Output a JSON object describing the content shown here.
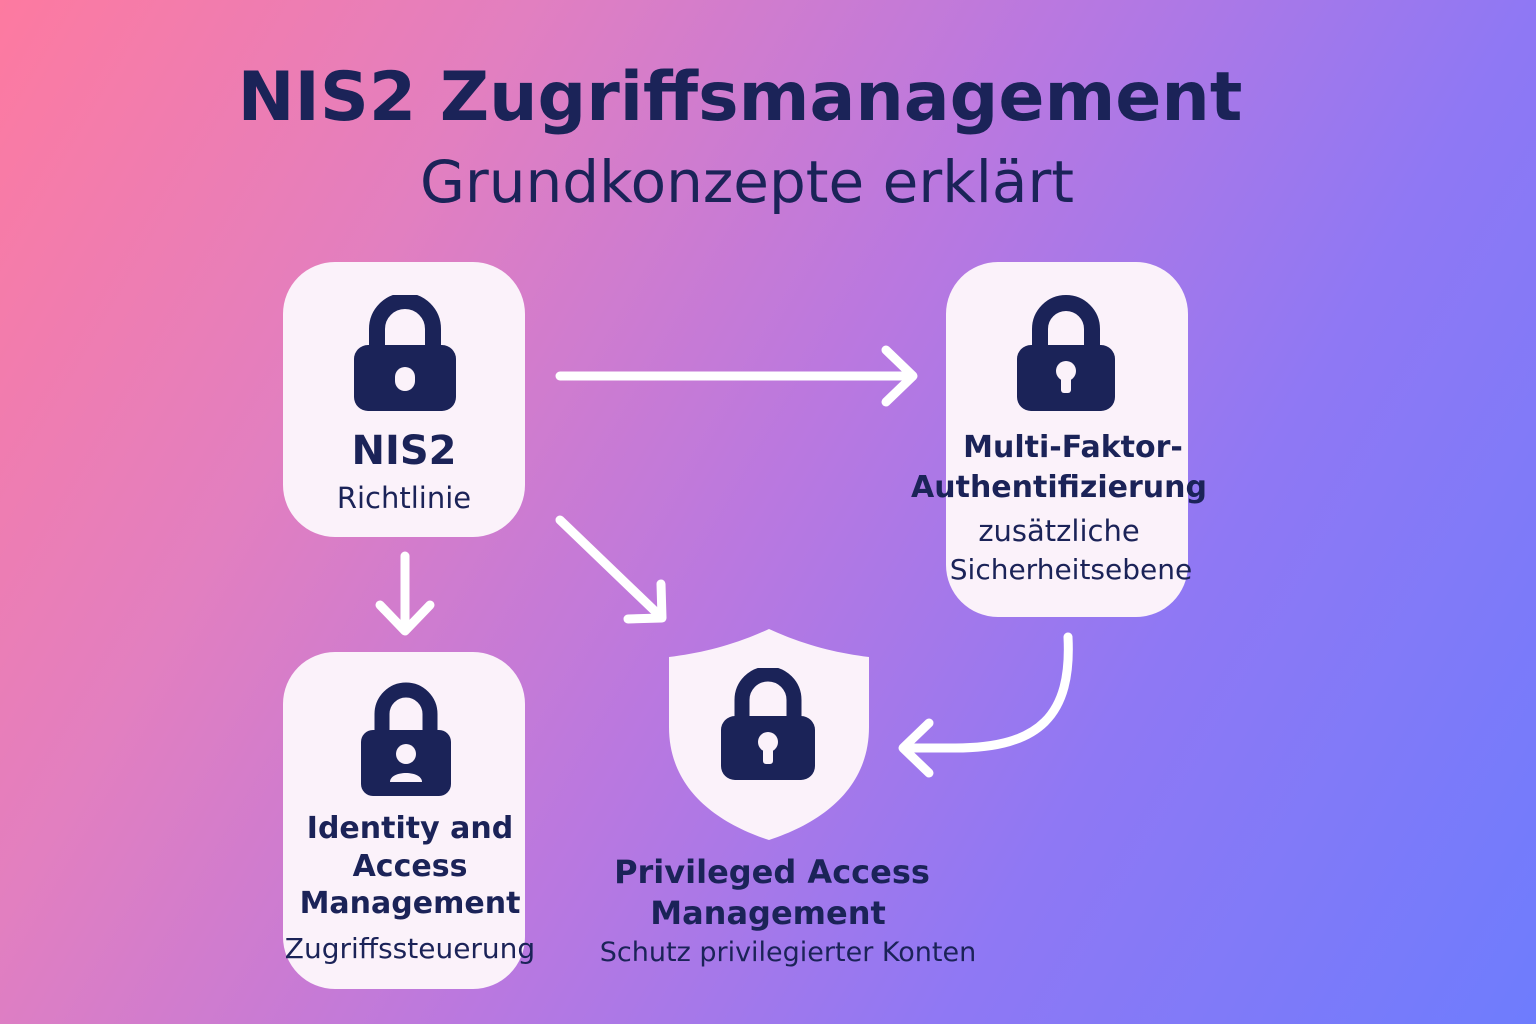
{
  "header": {
    "title": "NIS2 Zugriffsmanagement",
    "subtitle": "Grundkonzepte erklärt"
  },
  "nodes": {
    "nis2": {
      "title": "NIS2",
      "subtitle": "Richtlinie",
      "icon": "padlock-icon"
    },
    "mfa": {
      "title_line1": "Multi-Faktor-",
      "title_line2": "Authentifizierung",
      "subtitle_line1": "zusätzliche",
      "subtitle_line2": "Sicherheitsebene",
      "icon": "padlock-keyhole-icon"
    },
    "iam": {
      "title_line1": "Identity and",
      "title_line2": "Access",
      "title_line3": "Management",
      "subtitle": "Zugriffssteuerung",
      "icon": "padlock-user-icon"
    },
    "pam": {
      "title_line1": "Privileged Access",
      "title_line2": "Management",
      "subtitle": "Schutz privilegierter Konten",
      "icon": "shield-padlock-icon"
    }
  },
  "colors": {
    "navy": "#1b2358",
    "card": "#fbf2fa",
    "arrow": "#ffffff",
    "gradient_start": "#fd7aa0",
    "gradient_end": "#6e7cfd"
  }
}
